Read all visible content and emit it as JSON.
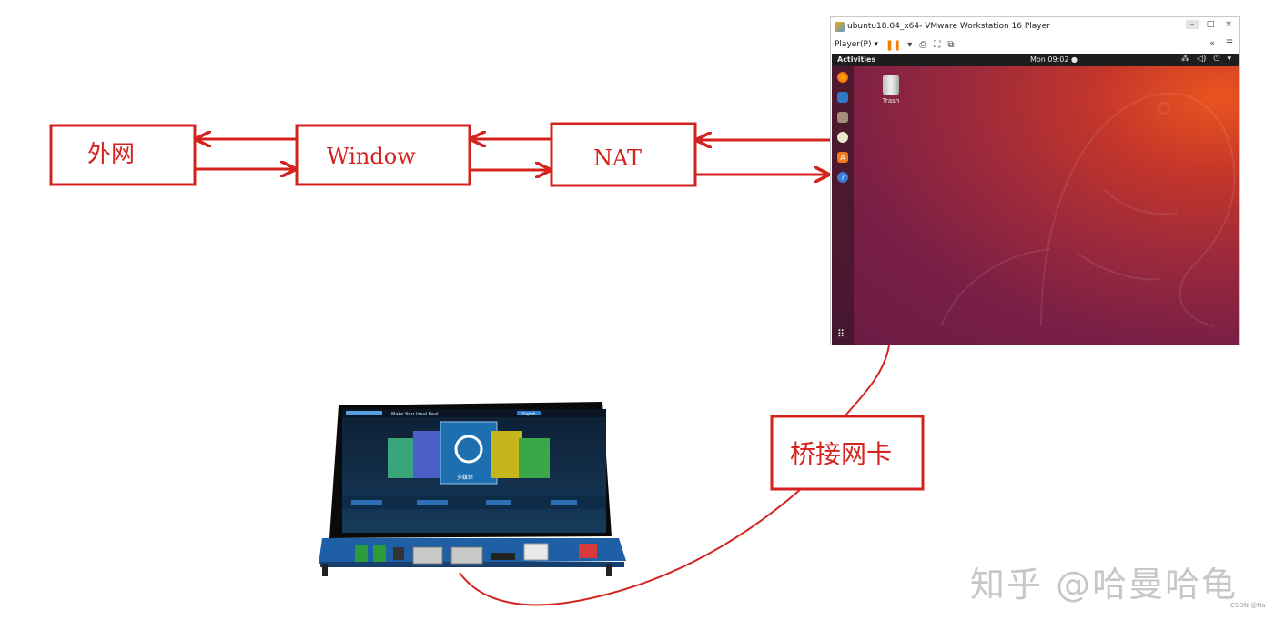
{
  "diagram": {
    "nodes": [
      {
        "id": "wan",
        "label": "外网"
      },
      {
        "id": "windows",
        "label": "Window"
      },
      {
        "id": "nat",
        "label": "NAT"
      },
      {
        "id": "bridge",
        "label": "桥接网卡"
      }
    ],
    "edges": [
      {
        "from": "windows",
        "to": "wan"
      },
      {
        "from": "wan",
        "to": "windows"
      },
      {
        "from": "nat",
        "to": "windows"
      },
      {
        "from": "windows",
        "to": "nat"
      },
      {
        "from": "vm",
        "to": "nat"
      },
      {
        "from": "nat",
        "to": "vm"
      },
      {
        "from": "vm",
        "to": "bridge"
      },
      {
        "from": "bridge",
        "to": "board"
      }
    ],
    "colors": {
      "line": "#d4231e"
    }
  },
  "vmware": {
    "title": "ubuntu18.04_x64- VMware Workstation 16 Player",
    "menu": "Player(P)",
    "desktop": {
      "activities": "Activities",
      "clock": "Mon 09:02 ●",
      "trash_label": "Trash",
      "dock_icons": [
        "firefox-icon",
        "thunderbird-icon",
        "files-icon",
        "rhythmbox-icon",
        "software-center-icon",
        "help-icon"
      ]
    },
    "colors": {
      "accent": "#e9541f",
      "background": "#7a1f45"
    }
  },
  "device": {
    "banner": "Make Your Ideal Real",
    "lang_button": "English",
    "carousel_center": "多媒体"
  },
  "watermark": {
    "zhihu": "知乎 @哈曼哈龟",
    "csdn": "CSDN @Na"
  }
}
